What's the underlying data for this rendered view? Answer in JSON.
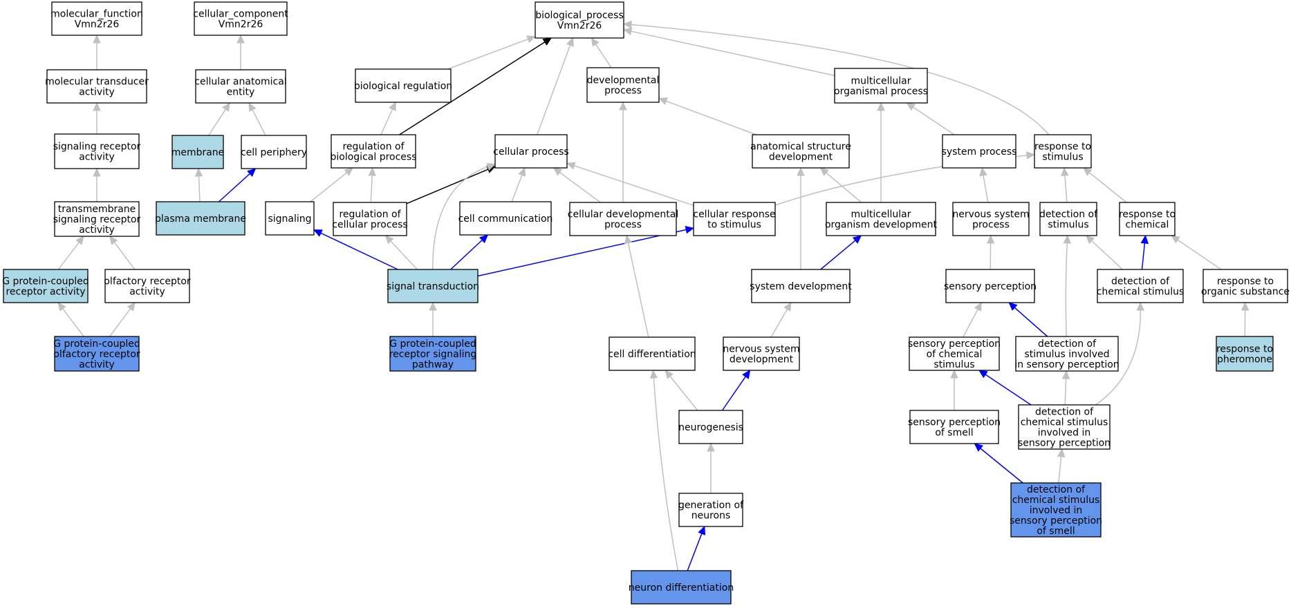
{
  "colors": {
    "plain": "#ffffff",
    "light": "#add8e6",
    "dark": "#6495ed",
    "edge_gray": "#c0c0c0",
    "edge_blue": "#0000ff",
    "edge_black": "#000000"
  },
  "nodes": [
    {
      "id": "mf",
      "lines": [
        "molecular_function",
        "Vmn2r26"
      ],
      "fill": "plain"
    },
    {
      "id": "cc",
      "lines": [
        "cellular_component",
        "Vmn2r26"
      ],
      "fill": "plain"
    },
    {
      "id": "bp",
      "lines": [
        "biological_process",
        "Vmn2r26"
      ],
      "fill": "plain"
    },
    {
      "id": "mta",
      "lines": [
        "molecular transducer",
        "activity"
      ],
      "fill": "plain"
    },
    {
      "id": "cae",
      "lines": [
        "cellular anatomical",
        "entity"
      ],
      "fill": "plain"
    },
    {
      "id": "breg",
      "lines": [
        "biological regulation"
      ],
      "fill": "plain"
    },
    {
      "id": "devp",
      "lines": [
        "developmental",
        "process"
      ],
      "fill": "plain"
    },
    {
      "id": "mop",
      "lines": [
        "multicellular",
        "organismal process"
      ],
      "fill": "plain"
    },
    {
      "id": "sra",
      "lines": [
        "signaling receptor",
        "activity"
      ],
      "fill": "plain"
    },
    {
      "id": "mem",
      "lines": [
        "membrane"
      ],
      "fill": "light"
    },
    {
      "id": "cper",
      "lines": [
        "cell periphery"
      ],
      "fill": "plain"
    },
    {
      "id": "rbp",
      "lines": [
        "regulation of",
        "biological process"
      ],
      "fill": "plain"
    },
    {
      "id": "cp",
      "lines": [
        "cellular process"
      ],
      "fill": "plain"
    },
    {
      "id": "asd",
      "lines": [
        "anatomical structure",
        "development"
      ],
      "fill": "plain"
    },
    {
      "id": "sysp",
      "lines": [
        "system process"
      ],
      "fill": "plain"
    },
    {
      "id": "rts",
      "lines": [
        "response to",
        "stimulus"
      ],
      "fill": "plain"
    },
    {
      "id": "tsra",
      "lines": [
        "transmembrane",
        "signaling receptor",
        "activity"
      ],
      "fill": "plain"
    },
    {
      "id": "pm",
      "lines": [
        "plasma membrane"
      ],
      "fill": "light"
    },
    {
      "id": "sig",
      "lines": [
        "signaling"
      ],
      "fill": "plain"
    },
    {
      "id": "rcp",
      "lines": [
        "regulation of",
        "cellular process"
      ],
      "fill": "plain"
    },
    {
      "id": "ccom",
      "lines": [
        "cell communication"
      ],
      "fill": "plain"
    },
    {
      "id": "cdp",
      "lines": [
        "cellular developmental",
        "process"
      ],
      "fill": "plain"
    },
    {
      "id": "crs",
      "lines": [
        "cellular response",
        "to stimulus"
      ],
      "fill": "plain"
    },
    {
      "id": "mod",
      "lines": [
        "multicellular",
        "organism development"
      ],
      "fill": "plain"
    },
    {
      "id": "nsp",
      "lines": [
        "nervous system",
        "process"
      ],
      "fill": "plain"
    },
    {
      "id": "dos",
      "lines": [
        "detection of",
        "stimulus"
      ],
      "fill": "plain"
    },
    {
      "id": "rtc",
      "lines": [
        "response to",
        "chemical"
      ],
      "fill": "plain"
    },
    {
      "id": "gpcr",
      "lines": [
        "G protein-coupled",
        "receptor activity"
      ],
      "fill": "light"
    },
    {
      "id": "ora",
      "lines": [
        "olfactory receptor",
        "activity"
      ],
      "fill": "plain"
    },
    {
      "id": "st",
      "lines": [
        "signal transduction"
      ],
      "fill": "light"
    },
    {
      "id": "sysd",
      "lines": [
        "system development"
      ],
      "fill": "plain"
    },
    {
      "id": "sper",
      "lines": [
        "sensory perception"
      ],
      "fill": "plain"
    },
    {
      "id": "docs",
      "lines": [
        "detection of",
        "chemical stimulus"
      ],
      "fill": "plain"
    },
    {
      "id": "rtos",
      "lines": [
        "response to",
        "organic substance"
      ],
      "fill": "plain"
    },
    {
      "id": "gpcora",
      "lines": [
        "G protein-coupled",
        "olfactory receptor",
        "activity"
      ],
      "fill": "dark"
    },
    {
      "id": "gpcrsp",
      "lines": [
        "G protein-coupled",
        "receptor signaling",
        "pathway"
      ],
      "fill": "dark"
    },
    {
      "id": "cdiff",
      "lines": [
        "cell differentiation"
      ],
      "fill": "plain"
    },
    {
      "id": "nsd",
      "lines": [
        "nervous system",
        "development"
      ],
      "fill": "plain"
    },
    {
      "id": "spcs",
      "lines": [
        "sensory perception",
        "of chemical",
        "stimulus"
      ],
      "fill": "plain"
    },
    {
      "id": "dsisp",
      "lines": [
        "detection of",
        "stimulus involved",
        "in sensory perception"
      ],
      "fill": "plain"
    },
    {
      "id": "rph",
      "lines": [
        "response to",
        "pheromone"
      ],
      "fill": "light"
    },
    {
      "id": "neuro",
      "lines": [
        "neurogenesis"
      ],
      "fill": "plain"
    },
    {
      "id": "sps",
      "lines": [
        "sensory perception",
        "of smell"
      ],
      "fill": "plain"
    },
    {
      "id": "dcsisp",
      "lines": [
        "detection of",
        "chemical stimulus",
        "involved in",
        "sensory perception"
      ],
      "fill": "plain"
    },
    {
      "id": "gon",
      "lines": [
        "generation of",
        "neurons"
      ],
      "fill": "plain"
    },
    {
      "id": "dcsispos",
      "lines": [
        "detection of",
        "chemical stimulus",
        "involved in",
        "sensory perception",
        "of smell"
      ],
      "fill": "dark"
    },
    {
      "id": "ndiff",
      "lines": [
        "neuron differentiation"
      ],
      "fill": "dark"
    }
  ],
  "edges": [
    {
      "from": "mta",
      "to": "mf",
      "color": "gray"
    },
    {
      "from": "sra",
      "to": "mta",
      "color": "gray"
    },
    {
      "from": "tsra",
      "to": "sra",
      "color": "gray"
    },
    {
      "from": "gpcr",
      "to": "tsra",
      "color": "gray"
    },
    {
      "from": "ora",
      "to": "tsra",
      "color": "gray"
    },
    {
      "from": "gpcora",
      "to": "gpcr",
      "color": "gray"
    },
    {
      "from": "gpcora",
      "to": "ora",
      "color": "gray"
    },
    {
      "from": "cae",
      "to": "cc",
      "color": "gray"
    },
    {
      "from": "mem",
      "to": "cae",
      "color": "gray"
    },
    {
      "from": "cper",
      "to": "cae",
      "color": "gray"
    },
    {
      "from": "pm",
      "to": "mem",
      "color": "gray"
    },
    {
      "from": "pm",
      "to": "cper",
      "color": "blue"
    },
    {
      "from": "breg",
      "to": "bp",
      "color": "gray"
    },
    {
      "from": "rbp",
      "to": "bp",
      "color": "black"
    },
    {
      "from": "cp",
      "to": "bp",
      "color": "gray"
    },
    {
      "from": "devp",
      "to": "bp",
      "color": "gray"
    },
    {
      "from": "mop",
      "to": "bp",
      "color": "gray"
    },
    {
      "from": "rts",
      "to": "bp",
      "color": "gray"
    },
    {
      "from": "rbp",
      "to": "breg",
      "color": "gray"
    },
    {
      "from": "sig",
      "to": "rbp",
      "color": "gray"
    },
    {
      "from": "rcp",
      "to": "rbp",
      "color": "gray"
    },
    {
      "from": "rcp",
      "to": "cp",
      "color": "black"
    },
    {
      "from": "st",
      "to": "cp",
      "color": "gray"
    },
    {
      "from": "ccom",
      "to": "cp",
      "color": "gray"
    },
    {
      "from": "cdp",
      "to": "cp",
      "color": "gray"
    },
    {
      "from": "crs",
      "to": "cp",
      "color": "gray"
    },
    {
      "from": "cdp",
      "to": "devp",
      "color": "gray"
    },
    {
      "from": "asd",
      "to": "devp",
      "color": "gray"
    },
    {
      "from": "mod",
      "to": "asd",
      "color": "gray"
    },
    {
      "from": "sysd",
      "to": "asd",
      "color": "gray"
    },
    {
      "from": "mod",
      "to": "mop",
      "color": "gray"
    },
    {
      "from": "sysp",
      "to": "mop",
      "color": "gray"
    },
    {
      "from": "crs",
      "to": "rts",
      "color": "gray"
    },
    {
      "from": "dos",
      "to": "rts",
      "color": "gray"
    },
    {
      "from": "rtc",
      "to": "rts",
      "color": "gray"
    },
    {
      "from": "nsp",
      "to": "sysp",
      "color": "gray"
    },
    {
      "from": "st",
      "to": "sig",
      "color": "blue"
    },
    {
      "from": "st",
      "to": "rcp",
      "color": "gray"
    },
    {
      "from": "st",
      "to": "ccom",
      "color": "blue"
    },
    {
      "from": "st",
      "to": "crs",
      "color": "blue"
    },
    {
      "from": "gpcrsp",
      "to": "st",
      "color": "gray"
    },
    {
      "from": "sysd",
      "to": "mod",
      "color": "blue"
    },
    {
      "from": "nsd",
      "to": "sysd",
      "color": "gray"
    },
    {
      "from": "sper",
      "to": "nsp",
      "color": "gray"
    },
    {
      "from": "spcs",
      "to": "sper",
      "color": "gray"
    },
    {
      "from": "dsisp",
      "to": "sper",
      "color": "blue"
    },
    {
      "from": "dsisp",
      "to": "dos",
      "color": "gray"
    },
    {
      "from": "docs",
      "to": "dos",
      "color": "gray"
    },
    {
      "from": "docs",
      "to": "rtc",
      "color": "blue"
    },
    {
      "from": "rtos",
      "to": "rtc",
      "color": "gray"
    },
    {
      "from": "rph",
      "to": "rtos",
      "color": "gray"
    },
    {
      "from": "cdiff",
      "to": "cdp",
      "color": "gray"
    },
    {
      "from": "neuro",
      "to": "cdiff",
      "color": "gray"
    },
    {
      "from": "neuro",
      "to": "nsd",
      "color": "blue"
    },
    {
      "from": "gon",
      "to": "neuro",
      "color": "gray"
    },
    {
      "from": "ndiff",
      "to": "gon",
      "color": "blue"
    },
    {
      "from": "ndiff",
      "to": "cdiff",
      "color": "gray"
    },
    {
      "from": "sps",
      "to": "spcs",
      "color": "gray"
    },
    {
      "from": "dcsisp",
      "to": "spcs",
      "color": "blue"
    },
    {
      "from": "dcsisp",
      "to": "dsisp",
      "color": "gray"
    },
    {
      "from": "dcsisp",
      "to": "docs",
      "color": "gray"
    },
    {
      "from": "dcsispos",
      "to": "sps",
      "color": "blue"
    },
    {
      "from": "dcsispos",
      "to": "dcsisp",
      "color": "gray"
    }
  ]
}
